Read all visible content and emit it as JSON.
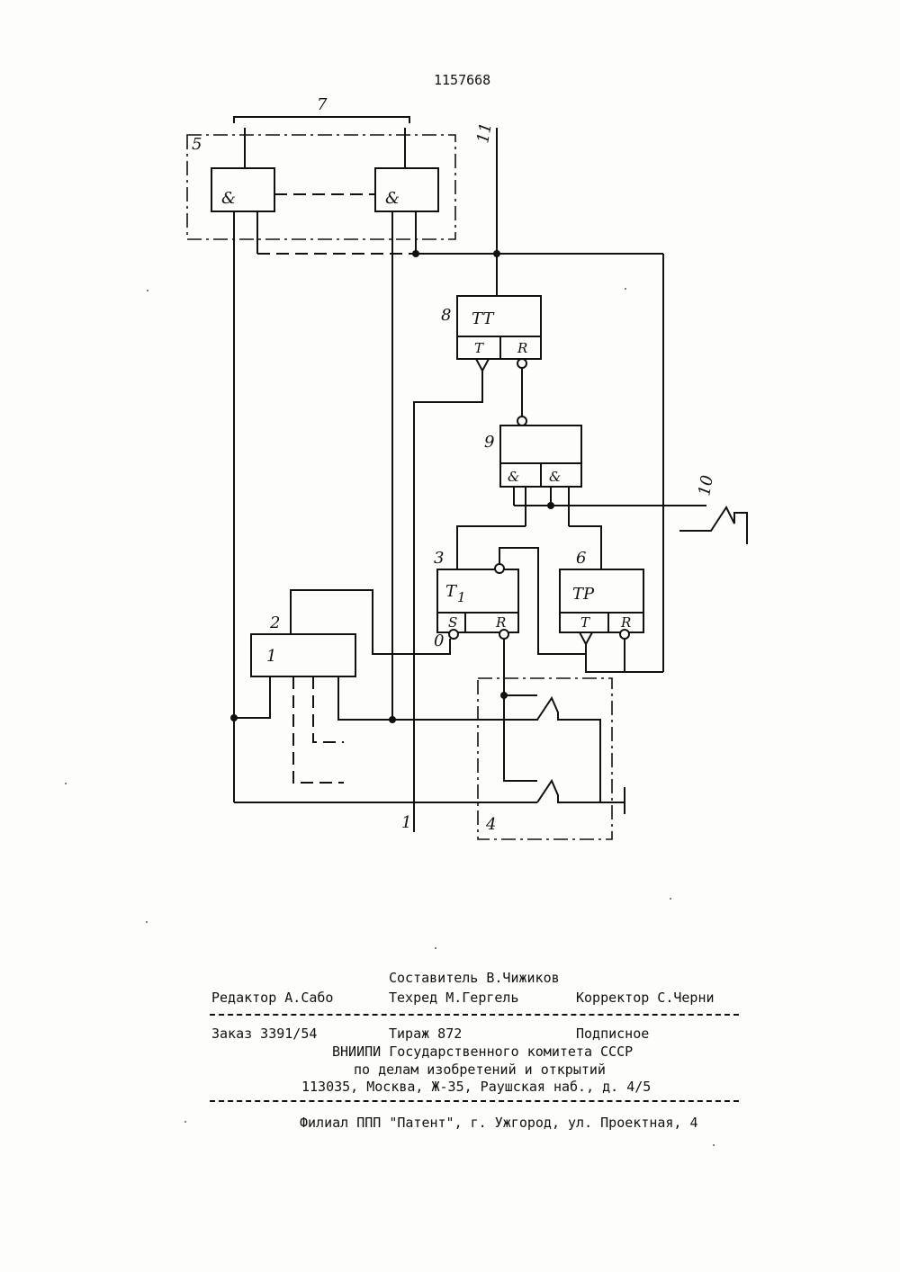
{
  "header": {
    "patent_number": "1157668"
  },
  "diagram": {
    "labels": {
      "n1": "1",
      "n2": "2",
      "n3": "3",
      "n4": "4",
      "n5": "5",
      "n6": "6",
      "n7": "7",
      "n8": "8",
      "n9": "9",
      "n10": "10",
      "n11": "11",
      "n0": "0"
    },
    "blocks": {
      "and_gate": "&",
      "block1": "1",
      "t1": "T",
      "t1_sub": "1",
      "tp": "TP",
      "tt": "TT",
      "pin_s": "S",
      "pin_r": "R",
      "pin_t": "T"
    }
  },
  "footer": {
    "compiler": "Составитель В.Чижиков",
    "editor": "Редактор А.Сабо",
    "techred": "Техред М.Гергель",
    "corrector": "Корректор С.Черни",
    "order": "Заказ 3391/54",
    "circulation": "Тираж 872",
    "subscription": "Подписное",
    "org_line1": "ВНИИПИ Государственного комитета СССР",
    "org_line2": "по делам изобретений и открытий",
    "address": "113035, Москва, Ж-35, Раушская наб., д. 4/5",
    "branch": "Филиал ППП \"Патент\", г. Ужгород, ул. Проектная, 4"
  }
}
